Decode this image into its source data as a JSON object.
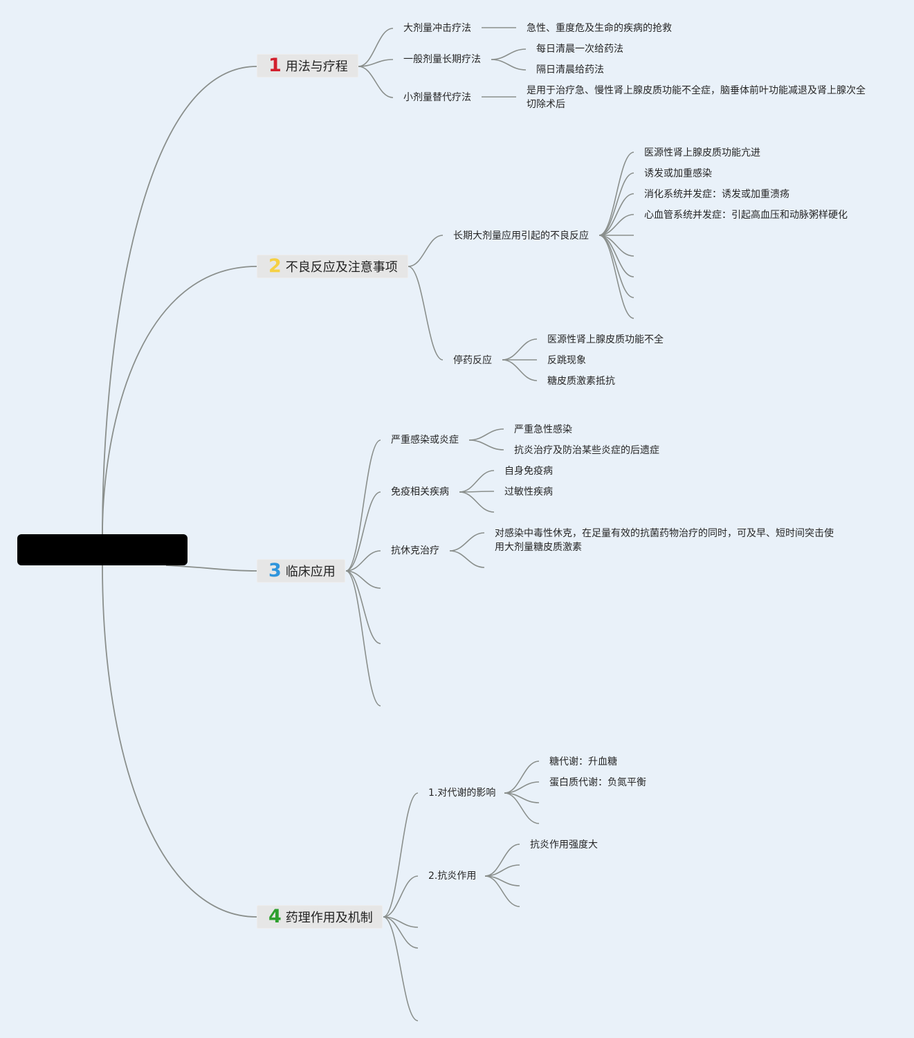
{
  "mindmap": {
    "root": {
      "label": ""
    },
    "branches": [
      {
        "num": "1",
        "color": "#d2202e",
        "label": "用法与疗程"
      },
      {
        "num": "2",
        "color": "#f5d043",
        "label": "不良反应及注意事项"
      },
      {
        "num": "3",
        "color": "#2f95dc",
        "label": "临床应用"
      },
      {
        "num": "4",
        "color": "#2ea02f",
        "label": "药理作用及机制"
      }
    ],
    "b1": {
      "a": "大剂量冲击疗法",
      "a1": "急性、重度危及生命的疾病的抢救",
      "b": "一般剂量长期疗法",
      "b1": "每日清晨一次给药法",
      "b2": "隔日清晨给药法",
      "c": "小剂量替代疗法",
      "c1": "是用于治疗急、慢性肾上腺皮质功能不全症，脑垂体前叶功能减退及肾上腺次全切除术后"
    },
    "b2": {
      "a": "长期大剂量应用引起的不良反应",
      "a_items": [
        "医源性肾上腺皮质功能亢进",
        "诱发或加重感染",
        "消化系统并发症：诱发或加重溃疡",
        "心血管系统并发症：引起高血压和动脉粥样硬化"
      ],
      "b": "停药反应",
      "b_items": [
        "医源性肾上腺皮质功能不全",
        "反跳现象",
        "糖皮质激素抵抗"
      ]
    },
    "b3": {
      "a": "严重感染或炎症",
      "a_items": [
        "严重急性感染",
        "抗炎治疗及防治某些炎症的后遗症"
      ],
      "b": "免疫相关疾病",
      "b_items": [
        "自身免疫病",
        "过敏性疾病"
      ],
      "c": "抗休克治疗",
      "c1": "对感染中毒性休克，在足量有效的抗菌药物治疗的同时，可及早、短时间突击使用大剂量糖皮质激素"
    },
    "b4": {
      "a": "1.对代谢的影响",
      "a_items": [
        "糖代谢：升血糖",
        "蛋白质代谢：负氮平衡"
      ],
      "b": "2.抗炎作用",
      "b_items": [
        "抗炎作用强度大"
      ]
    },
    "line_color": "#8a8f8c"
  }
}
